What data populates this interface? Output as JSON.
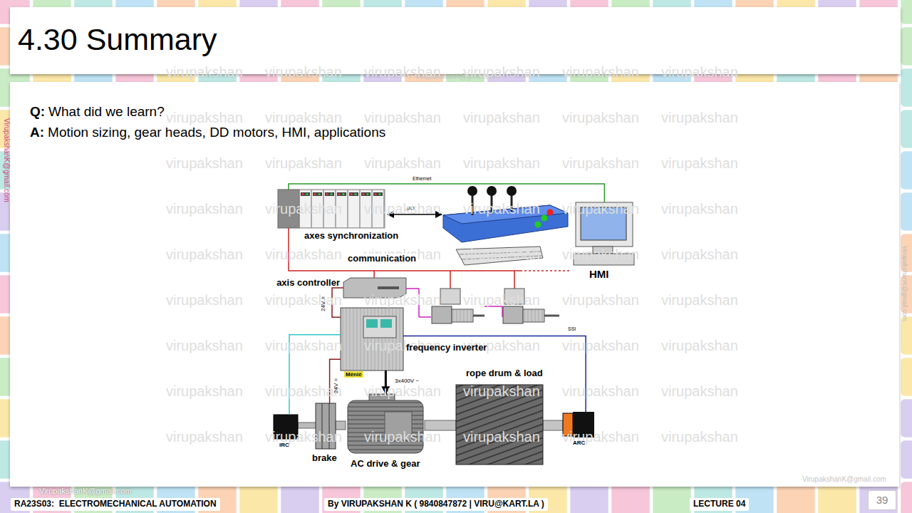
{
  "diagram": {
    "title": "4.30 Summary",
    "nodes": [
      {
        "text": [
          "axes synchronization"
        ]
      },
      {
        "text": [
          "HMI"
        ]
      },
      {
        "text": [
          "axis controller"
        ]
      },
      {
        "text": [
          "Měnič",
          "frequency inverter"
        ]
      },
      {
        "text": [
          "rope drum & load"
        ]
      },
      {
        "text": [
          "IRC"
        ]
      },
      {
        "text": [
          "brake"
        ]
      },
      {
        "text": [
          "AC drive & gear"
        ]
      },
      {
        "text": [
          "ARC"
        ]
      }
    ],
    "edges": [
      {
        "from": 0,
        "to": 1,
        "arrow": "none",
        "label": "Ethernet"
      },
      {
        "from": 0,
        "to": 2,
        "arrow": "none",
        "label": "communication"
      },
      {
        "from": 3,
        "to": 7,
        "arrow": "to",
        "label": "3x400V ~"
      },
      {
        "from": 2,
        "to": 3,
        "arrow": "none",
        "label": "24V ="
      },
      {
        "from": 3,
        "to": 6,
        "arrow": "none",
        "label": "24V ="
      },
      {
        "from": 5,
        "to": 3,
        "arrow": "none"
      },
      {
        "from": 8,
        "to": 3,
        "arrow": "none",
        "label": "SSI"
      }
    ],
    "labels": [
      "Q:",
      "What did we learn?",
      "A:",
      "Motion sizing, gear heads, DD motors, HMI, applications",
      "I/O",
      "VirupakshanK@gmail.com",
      "VirupakshanK@gmail.com",
      "VirupakshanK@gmail.com",
      "VirupakshanK@gmail.com",
      "VirupakshanK@gmail.com",
      "RA23S03:  ELECTROMECHANICAL AUTOMATION",
      "By VIRUPAKSHAN K ( 9840847872 | VIRU@KART.LA )",
      "LECTURE 04",
      "39",
      "virupakshan",
      "virupakshan",
      "virupakshan",
      "virupakshan",
      "virupakshan",
      "virupakshan",
      "virupakshan",
      "virupakshan",
      "virupakshan",
      "virupakshan",
      "virupakshan",
      "virupakshan",
      "virupakshan",
      "virupakshan",
      "virupakshan",
      "virupakshan",
      "virupakshan",
      "virupakshan",
      "virupakshan",
      "virupakshan",
      "virupakshan",
      "virupakshan",
      "virupakshan",
      "virupakshan",
      "virupakshan",
      "virupakshan",
      "virupakshan",
      "virupakshan",
      "virupakshan",
      "virupakshan",
      "virupakshan",
      "virupakshan",
      "virupakshan",
      "virupakshan",
      "virupakshan",
      "virupakshan",
      "virupakshan",
      "virupakshan",
      "virupakshan",
      "virupakshan",
      "virupakshan",
      "virupakshan",
      "virupakshan",
      "virupakshan",
      "virupakshan",
      "virupakshan",
      "virupakshan",
      "virupakshan",
      "virupakshan",
      "virupakshan",
      "virupakshan",
      "virupakshan",
      "virupakshan",
      "virupakshan"
    ]
  }
}
